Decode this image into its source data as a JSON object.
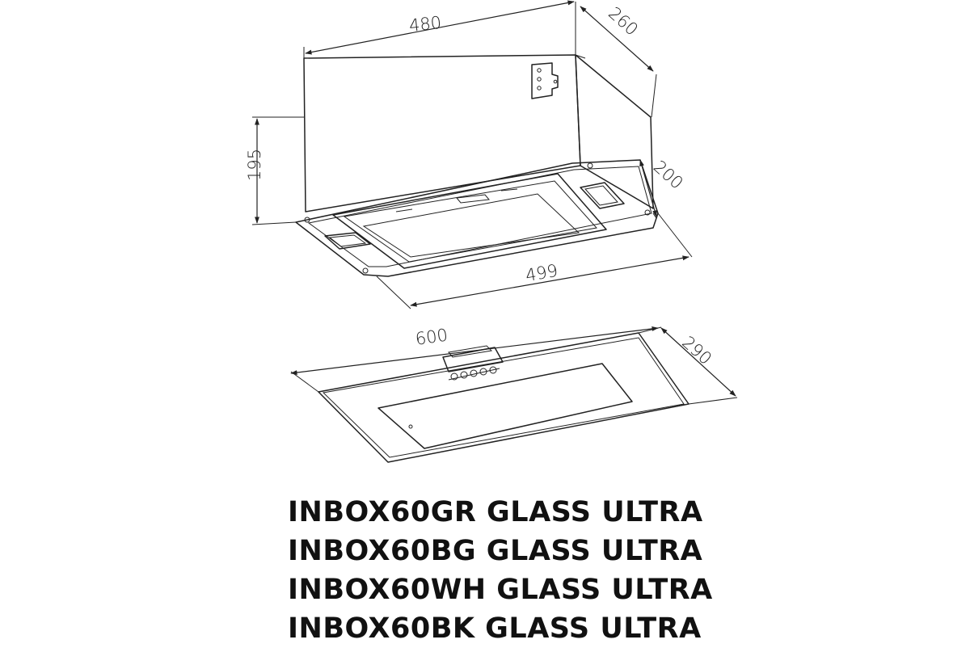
{
  "dimensions": {
    "top_width": "480",
    "top_depth": "260",
    "top_height": "195",
    "inner_depth": "200",
    "bottom_width": "499",
    "glass_width": "600",
    "glass_depth": "290"
  },
  "models": [
    "INBOX60GR GLASS ULTRA",
    "INBOX60BG GLASS ULTRA",
    "INBOX60WH GLASS ULTRA",
    "INBOX60BK GLASS ULTRA"
  ],
  "colors": {
    "line": "#222222",
    "background": "#ffffff"
  }
}
